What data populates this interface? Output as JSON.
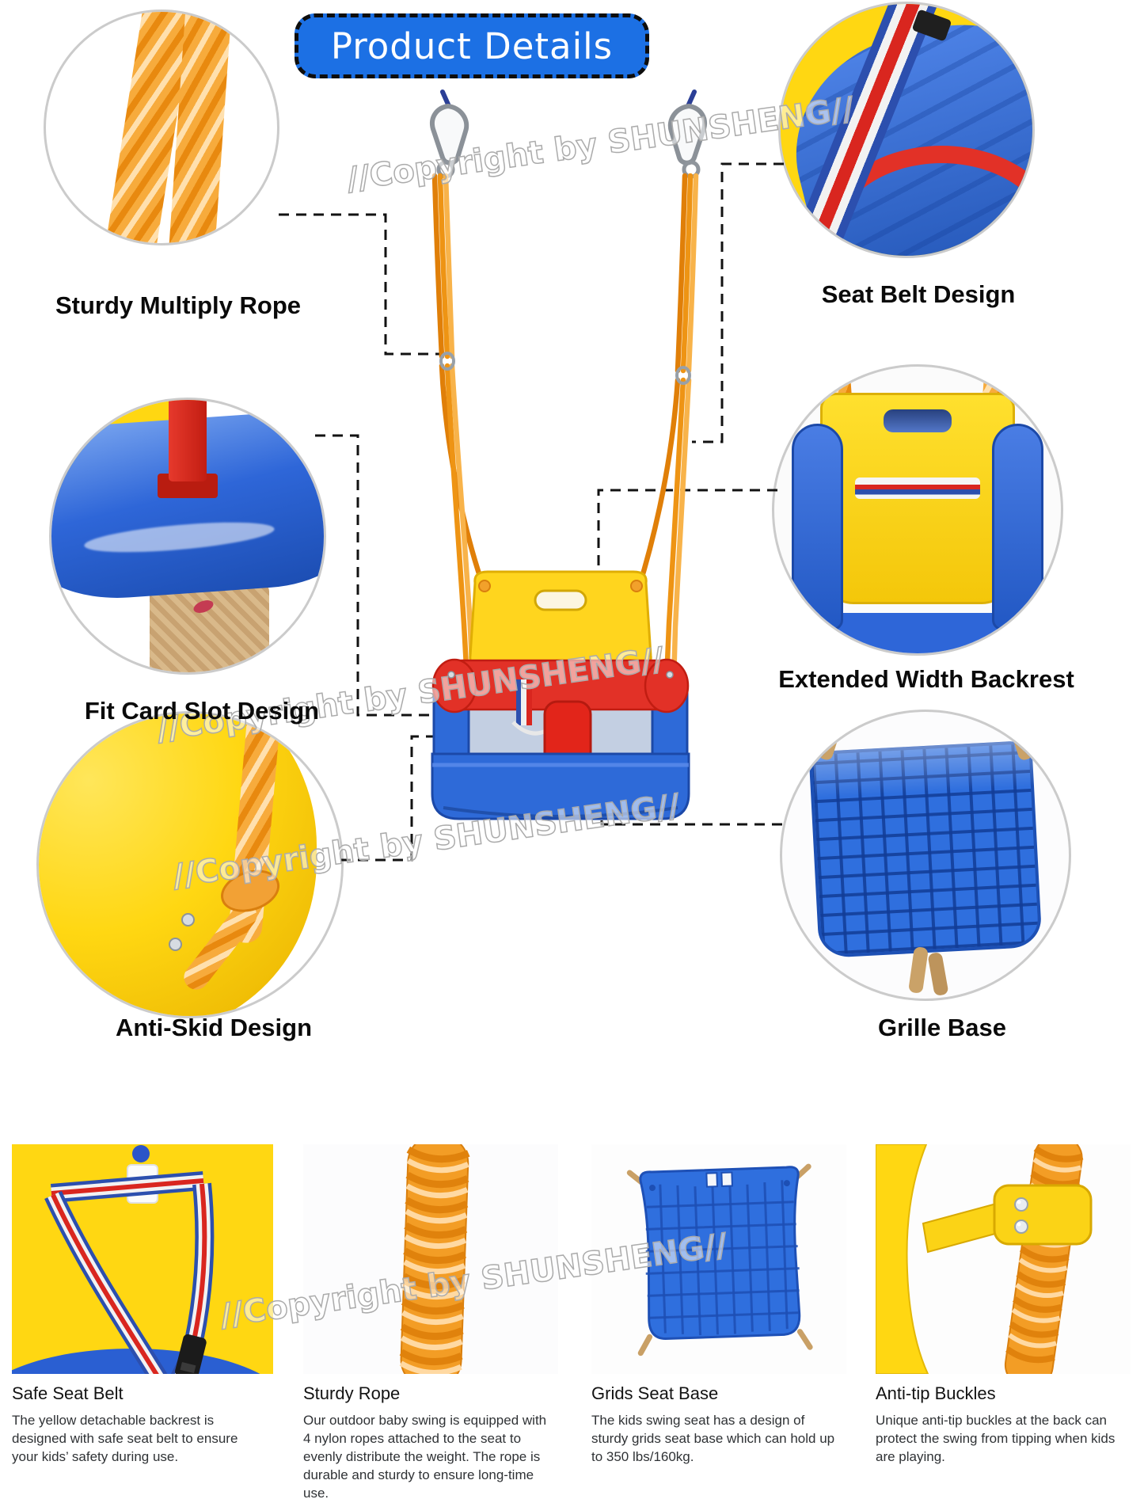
{
  "title": "Product Details",
  "watermark": "//Copyright  by  SHUNSHENG//",
  "callouts": [
    {
      "label": "Sturdy Multiply Rope"
    },
    {
      "label": "Seat Belt Design"
    },
    {
      "label": "Fit Card Slot Design"
    },
    {
      "label": "Extended Width Backrest"
    },
    {
      "label": "Anti-Skid Design"
    },
    {
      "label": "Grille Base"
    }
  ],
  "features": [
    {
      "title": "Safe Seat Belt",
      "description": "The yellow detachable backrest is designed with safe seat belt to ensure your kids’ safety during use."
    },
    {
      "title": "Sturdy Rope",
      "description": "Our outdoor baby swing is equipped with 4 nylon ropes attached to the seat to evenly distribute the weight. The rope is durable and sturdy to ensure long-time use."
    },
    {
      "title": "Grids Seat Base",
      "description": "The kids swing seat has a design of sturdy grids seat base which can hold up to 350 lbs/160kg."
    },
    {
      "title": "Anti-tip Buckles",
      "description": "Unique anti-tip buckles at the back can protect the swing from tipping when kids are playing."
    }
  ],
  "colors": {
    "title_background": "#1c70e4",
    "plastic_yellow": "#ffd712",
    "plastic_blue": "#2e6ad8",
    "plastic_red": "#e23127",
    "rope_orange": "#f4a02c",
    "belt_stripes": [
      "#2c4fae",
      "#f2f2f2",
      "#d9261f"
    ],
    "label_text": "#0a0a0a"
  }
}
